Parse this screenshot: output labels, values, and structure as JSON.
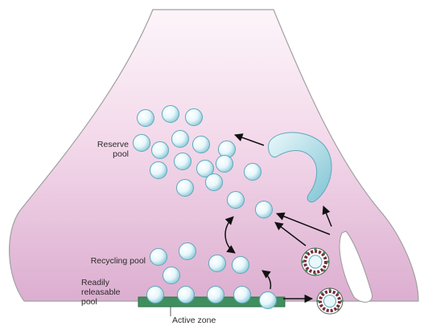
{
  "labels": {
    "reserve_pool_line1": "Reserve",
    "reserve_pool_line2": "pool",
    "recycling_pool": "Recycling pool",
    "readily_line1": "Readily",
    "readily_line2": "releasable",
    "readily_line3": "pool",
    "active_zone": "Active zone"
  },
  "colors": {
    "terminal_top": "#fbeef7",
    "terminal_bottom": "#dcaed0",
    "terminal_outline": "#9a9a9a",
    "vesicle_fill": "#e8f8fb",
    "vesicle_edge": "#5fa7bd",
    "endosome": "#b9e6ee",
    "active_zone": "#3f8f5e",
    "coat_ring": "#7a2a3a",
    "coat_dot": "#2f8f55",
    "arrow": "#111111"
  },
  "icons": {
    "coated_vesicle": "clathrin-coated-vesicle-icon",
    "endosome": "endosome-icon",
    "membrane_fold": "membrane-invagination-icon"
  },
  "pools": {
    "reserve_count": 17,
    "recycling_count": 5,
    "readily_releasable_count": 5
  }
}
